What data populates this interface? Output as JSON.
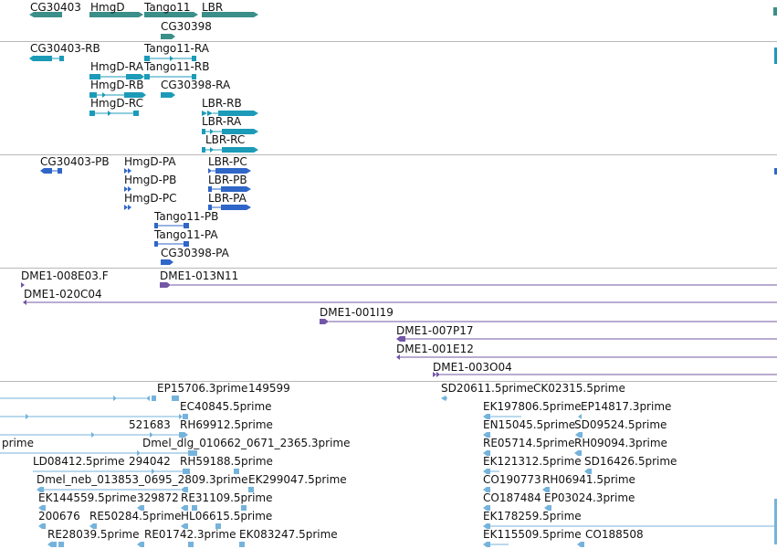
{
  "colors": {
    "gene": "#3a8f88",
    "mrna": "#1c9bb8",
    "protein": "#2f66c8",
    "clone": "#7357a6",
    "est": "#75b3dc",
    "divider": "#b8b8b8",
    "label": "#111111"
  },
  "tracks": [
    {
      "id": "genes",
      "color_key": "gene",
      "features": [
        {
          "name": "CG30403",
          "label": "CG30403",
          "strand": "-",
          "thick": true
        },
        {
          "name": "HmgD",
          "label": "HmgD",
          "strand": "+",
          "thick": true
        },
        {
          "name": "Tango11",
          "label": "Tango11",
          "strand": "+",
          "thick": true
        },
        {
          "name": "LBR",
          "label": "LBR",
          "strand": "+",
          "thick": true
        },
        {
          "name": "CG30398",
          "label": "CG30398",
          "strand": "+",
          "thick": true
        }
      ]
    },
    {
      "id": "transcripts",
      "color_key": "mrna",
      "features": [
        {
          "name": "CG30403-RB",
          "label": "CG30403-RB",
          "strand": "-"
        },
        {
          "name": "Tango11-RA",
          "label": "Tango11-RA",
          "strand": "+"
        },
        {
          "name": "HmgD-RA",
          "label": "HmgD-RA",
          "strand": "+"
        },
        {
          "name": "Tango11-RB",
          "label": "Tango11-RB",
          "strand": "+"
        },
        {
          "name": "HmgD-RB",
          "label": "HmgD-RB",
          "strand": "+"
        },
        {
          "name": "CG30398-RA",
          "label": "CG30398-RA",
          "strand": "+"
        },
        {
          "name": "HmgD-RC",
          "label": "HmgD-RC",
          "strand": "+"
        },
        {
          "name": "LBR-RB",
          "label": "LBR-RB",
          "strand": "+"
        },
        {
          "name": "LBR-RA",
          "label": "LBR-RA",
          "strand": "+"
        },
        {
          "name": "LBR-RC",
          "label": "LBR-RC",
          "strand": "+"
        }
      ]
    },
    {
      "id": "proteins",
      "color_key": "protein",
      "features": [
        {
          "name": "CG30403-PB",
          "label": "CG30403-PB",
          "strand": "-"
        },
        {
          "name": "HmgD-PA",
          "label": "HmgD-PA",
          "strand": "+"
        },
        {
          "name": "LBR-PC",
          "label": "LBR-PC",
          "strand": "+"
        },
        {
          "name": "HmgD-PB",
          "label": "HmgD-PB",
          "strand": "+"
        },
        {
          "name": "LBR-PB",
          "label": "LBR-PB",
          "strand": "+"
        },
        {
          "name": "HmgD-PC",
          "label": "HmgD-PC",
          "strand": "+"
        },
        {
          "name": "LBR-PA",
          "label": "LBR-PA",
          "strand": "+"
        },
        {
          "name": "Tango11-PB",
          "label": "Tango11-PB",
          "strand": "+"
        },
        {
          "name": "Tango11-PA",
          "label": "Tango11-PA",
          "strand": "+"
        },
        {
          "name": "CG30398-PA",
          "label": "CG30398-PA",
          "strand": "+"
        }
      ]
    },
    {
      "id": "clones",
      "color_key": "clone",
      "features": [
        {
          "name": "DME1-008E03.F",
          "label": "DME1-008E03.F",
          "strand": "+"
        },
        {
          "name": "DME1-013N11",
          "label": "DME1-013N11",
          "strand": "+"
        },
        {
          "name": "DME1-020C04",
          "label": "DME1-020C04",
          "strand": "-"
        },
        {
          "name": "DME1-001I19",
          "label": "DME1-001I19",
          "strand": "+"
        },
        {
          "name": "DME1-007P17",
          "label": "DME1-007P17",
          "strand": "+"
        },
        {
          "name": "DME1-001E12",
          "label": "DME1-001E12",
          "strand": "-"
        },
        {
          "name": "DME1-003O04",
          "label": "DME1-003O04",
          "strand": "+"
        }
      ]
    },
    {
      "id": "ests",
      "color_key": "est",
      "features": [
        {
          "name": "EP15706.3prime",
          "label": "EP15706.3prime"
        },
        {
          "name": "149599",
          "label": "149599"
        },
        {
          "name": "SD20611.5prime",
          "label": "SD20611.5prime"
        },
        {
          "name": "CK02315.5prime",
          "label": "CK02315.5prime"
        },
        {
          "name": "EC40845.5prime",
          "label": "EC40845.5prime"
        },
        {
          "name": "EK197806.5prime",
          "label": "EK197806.5prime"
        },
        {
          "name": "EP14817.3prime",
          "label": "EP14817.3prime"
        },
        {
          "name": "521683",
          "label": "521683"
        },
        {
          "name": "RH69912.5prime",
          "label": "RH69912.5prime"
        },
        {
          "name": "EN15045.5prime",
          "label": "EN15045.5prime"
        },
        {
          "name": "SD09524.5prime",
          "label": "SD09524.5prime"
        },
        {
          "name": "prime",
          "label": "prime"
        },
        {
          "name": "Dmel_dlg_010662_0671_2365.3prime",
          "label": "Dmel_dlg_010662_0671_2365.3prime"
        },
        {
          "name": "RE05714.5prime",
          "label": "RE05714.5prime"
        },
        {
          "name": "RH09094.3prime",
          "label": "RH09094.3prime"
        },
        {
          "name": "LD08412.5prime",
          "label": "LD08412.5prime"
        },
        {
          "name": "294042",
          "label": "294042"
        },
        {
          "name": "RH59188.5prime",
          "label": "RH59188.5prime"
        },
        {
          "name": "EK121312.5prime",
          "label": "EK121312.5prime"
        },
        {
          "name": "SD16426.5prime",
          "label": "SD16426.5prime"
        },
        {
          "name": "Dmel_neb_013853_0695_2809.3prime",
          "label": "Dmel_neb_013853_0695_2809.3prime"
        },
        {
          "name": "EK299047.5prime",
          "label": "EK299047.5prime"
        },
        {
          "name": "CO190773",
          "label": "CO190773"
        },
        {
          "name": "RH06941.5prime",
          "label": "RH06941.5prime"
        },
        {
          "name": "EK144559.5prime",
          "label": "EK144559.5prime"
        },
        {
          "name": "329872",
          "label": "329872"
        },
        {
          "name": "RE31109.5prime",
          "label": "RE31109.5prime"
        },
        {
          "name": "CO187484",
          "label": "CO187484"
        },
        {
          "name": "EP03024.3prime",
          "label": "EP03024.3prime"
        },
        {
          "name": "200676",
          "label": "200676"
        },
        {
          "name": "RE50284.5prime",
          "label": "RE50284.5prime"
        },
        {
          "name": "HL06615.5prime",
          "label": "HL06615.5prime"
        },
        {
          "name": "EK178259.5prime",
          "label": "EK178259.5prime"
        },
        {
          "name": "RE28039.5prime",
          "label": "RE28039.5prime"
        },
        {
          "name": "RE01742.3prime",
          "label": "RE01742.3prime"
        },
        {
          "name": "EK083247.5prime",
          "label": "EK083247.5prime"
        },
        {
          "name": "EK115509.5prime",
          "label": "EK115509.5prime"
        },
        {
          "name": "CO188508",
          "label": "CO188508"
        }
      ]
    }
  ]
}
